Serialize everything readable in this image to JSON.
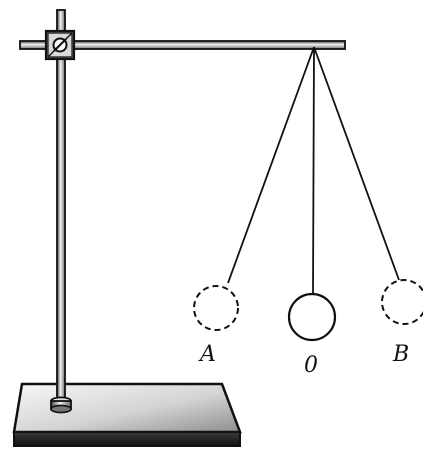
{
  "diagram": {
    "labels": {
      "left": "A",
      "center": "0",
      "right": "B"
    },
    "colors": {
      "ink": "#111111",
      "base_light": "#f2f2f2",
      "base_mid": "#bdbdbd",
      "base_dark": "#4a4a4a"
    }
  }
}
